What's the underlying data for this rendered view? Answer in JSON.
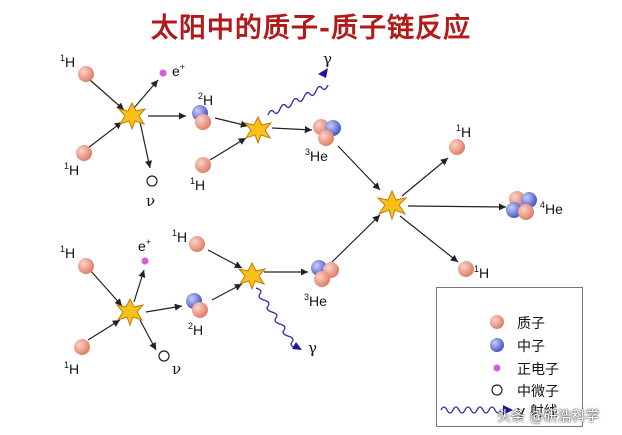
{
  "title": "太阳中的质子-质子链反应",
  "colors": {
    "title": "#b21a1a",
    "proton": "#e99a88",
    "neutron": "#6b78d8",
    "positron": "#d85ad8",
    "gamma": "#2a2ab0",
    "flash": "#f6c21a"
  },
  "labels": {
    "h1_a": {
      "sup": "1",
      "base": "H"
    },
    "h1_b": {
      "sup": "1",
      "base": "H"
    },
    "h1_c": {
      "sup": "1",
      "base": "H"
    },
    "h1_d": {
      "sup": "1",
      "base": "H"
    },
    "h1_e": {
      "sup": "1",
      "base": "H"
    },
    "h1_f": {
      "sup": "1",
      "base": "H"
    },
    "h1_out1": {
      "sup": "1",
      "base": "H"
    },
    "h1_out2": {
      "sup": "1",
      "base": "H"
    },
    "h2_a": {
      "sup": "2",
      "base": "H"
    },
    "h2_b": {
      "sup": "2",
      "base": "H"
    },
    "he3_a": {
      "sup": "3",
      "base": "He"
    },
    "he3_b": {
      "sup": "3",
      "base": "He"
    },
    "he4": {
      "sup": "4",
      "base": "He"
    },
    "positron_a": {
      "base": "e",
      "sup": "+"
    },
    "positron_b": {
      "base": "e",
      "sup": "+"
    },
    "nu_a": "ν",
    "nu_b": "ν",
    "gamma_a": "γ",
    "gamma_b": "γ"
  },
  "legend": {
    "items": [
      {
        "icon": "proton-icon",
        "label": "质子"
      },
      {
        "icon": "neutron-icon",
        "label": "中子"
      },
      {
        "icon": "positron-icon",
        "label": "正电子"
      },
      {
        "icon": "neutrino-icon",
        "label": "中微子"
      },
      {
        "icon": "gamma-ray-icon",
        "label": "γ 射线"
      }
    ]
  },
  "watermark": "头条 @研浩科学"
}
